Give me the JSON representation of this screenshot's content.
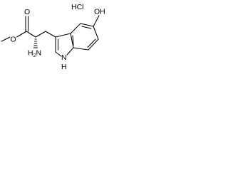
{
  "molecule": {
    "salt_label": "HCl",
    "ester_oxygen_label": "O",
    "carbonyl_oxygen_label": "O",
    "amine_label": "H",
    "amine_subscript": "2",
    "amine_element": "N",
    "hydroxyl_label": "OH",
    "indole_h_label": "H",
    "indole_n_label": "N"
  }
}
